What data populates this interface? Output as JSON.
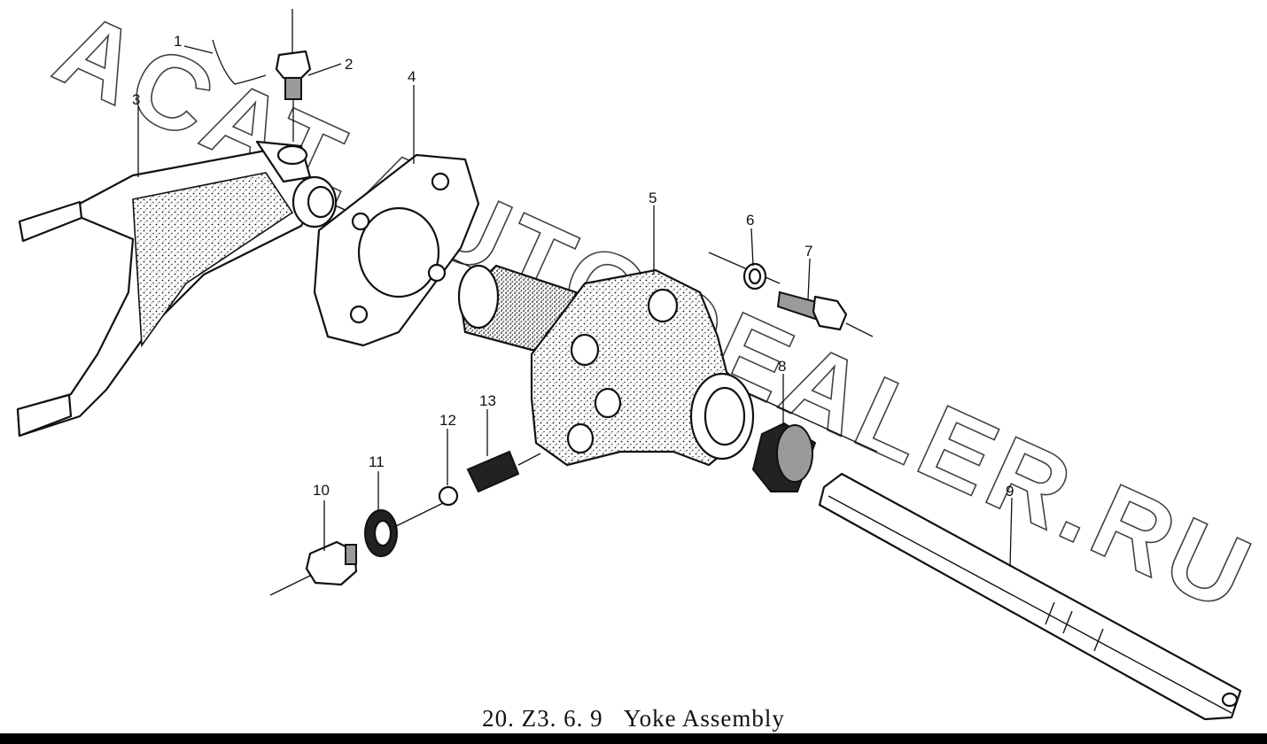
{
  "caption": {
    "number": "20. Z3. 6. 9",
    "title": "Yoke Assembly"
  },
  "watermark": {
    "text": "ACAT.AUTODEALER.RU"
  },
  "callouts": [
    {
      "id": "1",
      "part": "lock-wire"
    },
    {
      "id": "2",
      "part": "bolt"
    },
    {
      "id": "3",
      "part": "shift-fork"
    },
    {
      "id": "4",
      "part": "gasket"
    },
    {
      "id": "5",
      "part": "yoke-housing"
    },
    {
      "id": "6",
      "part": "lock-washer"
    },
    {
      "id": "7",
      "part": "bolt"
    },
    {
      "id": "8",
      "part": "bushing"
    },
    {
      "id": "9",
      "part": "shift-shaft"
    },
    {
      "id": "10",
      "part": "plug"
    },
    {
      "id": "11",
      "part": "washer"
    },
    {
      "id": "12",
      "part": "ball"
    },
    {
      "id": "13",
      "part": "spring"
    }
  ],
  "colors": {
    "ink": "#111111",
    "background": "#ffffff",
    "bottom_bar": "#000000"
  }
}
